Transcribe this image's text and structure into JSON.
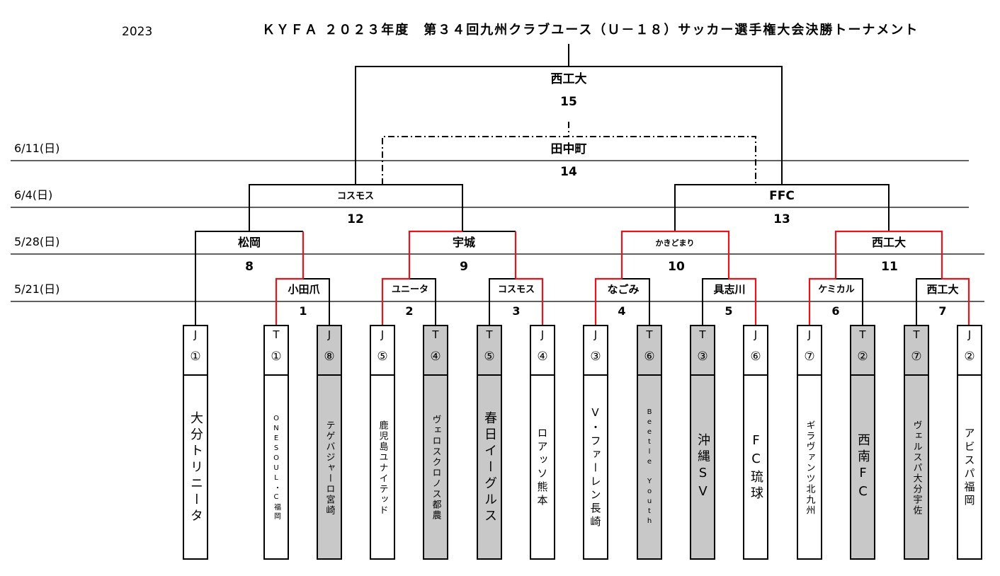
{
  "year": "2023",
  "title": "ＫＹＦＡ ２０２３年度　第３４回九州クラブユース（Ｕ－１８）サッカー選手権大会決勝トーナメント",
  "dates": [
    {
      "label": "6/11(日)"
    },
    {
      "label": "6/4(日)"
    },
    {
      "label": "5/28(日)"
    },
    {
      "label": "5/21(日)"
    }
  ],
  "teams": [
    {
      "category": "J",
      "seed": "①",
      "name": "大分トリニータ",
      "shaded": false
    },
    {
      "category": "T",
      "seed": "①",
      "name": "ONESOUL・C福岡",
      "shaded": false
    },
    {
      "category": "J",
      "seed": "⑧",
      "name": "テゲバジャーロ宮崎",
      "shaded": true
    },
    {
      "category": "J",
      "seed": "⑤",
      "name": "鹿児島ユナイテッド",
      "shaded": false
    },
    {
      "category": "T",
      "seed": "④",
      "name": "ヴェロスクロノス都農",
      "shaded": true
    },
    {
      "category": "T",
      "seed": "⑤",
      "name": "春日イーグルス",
      "shaded": true
    },
    {
      "category": "J",
      "seed": "④",
      "name": "ロアッソ熊本",
      "shaded": false
    },
    {
      "category": "J",
      "seed": "③",
      "name": "V・ファーレン長崎",
      "shaded": false
    },
    {
      "category": "T",
      "seed": "⑥",
      "name": "Beetle Youth",
      "shaded": true
    },
    {
      "category": "T",
      "seed": "③",
      "name": "沖縄SV",
      "shaded": true
    },
    {
      "category": "J",
      "seed": "⑥",
      "name": "FC琉球",
      "shaded": false
    },
    {
      "category": "J",
      "seed": "⑦",
      "name": "ギラヴァンツ北九州",
      "shaded": false
    },
    {
      "category": "T",
      "seed": "②",
      "name": "西南FC",
      "shaded": true
    },
    {
      "category": "T",
      "seed": "⑦",
      "name": "ヴェルスパ大分宇佐",
      "shaded": true
    },
    {
      "category": "J",
      "seed": "②",
      "name": "アビスパ福岡",
      "shaded": false
    }
  ],
  "matches": [
    {
      "no": "1",
      "winner": "小田爪"
    },
    {
      "no": "2",
      "winner": "ユニータ"
    },
    {
      "no": "3",
      "winner": "コスモス"
    },
    {
      "no": "4",
      "winner": "なごみ"
    },
    {
      "no": "5",
      "winner": "具志川"
    },
    {
      "no": "6",
      "winner": "ケミカル"
    },
    {
      "no": "7",
      "winner": "西工大"
    },
    {
      "no": "8",
      "winner": "松岡"
    },
    {
      "no": "9",
      "winner": "宇城"
    },
    {
      "no": "10",
      "winner": "かきどまり"
    },
    {
      "no": "11",
      "winner": "西工大"
    },
    {
      "no": "12",
      "winner": "コスモス"
    },
    {
      "no": "13",
      "winner": "FFC"
    },
    {
      "no": "14",
      "winner": "田中町"
    },
    {
      "no": "15",
      "winner": "西工大"
    }
  ],
  "colors": {
    "line": "#000000",
    "winner_path": "#e8141b",
    "shaded_team": "#c8c8c8"
  }
}
